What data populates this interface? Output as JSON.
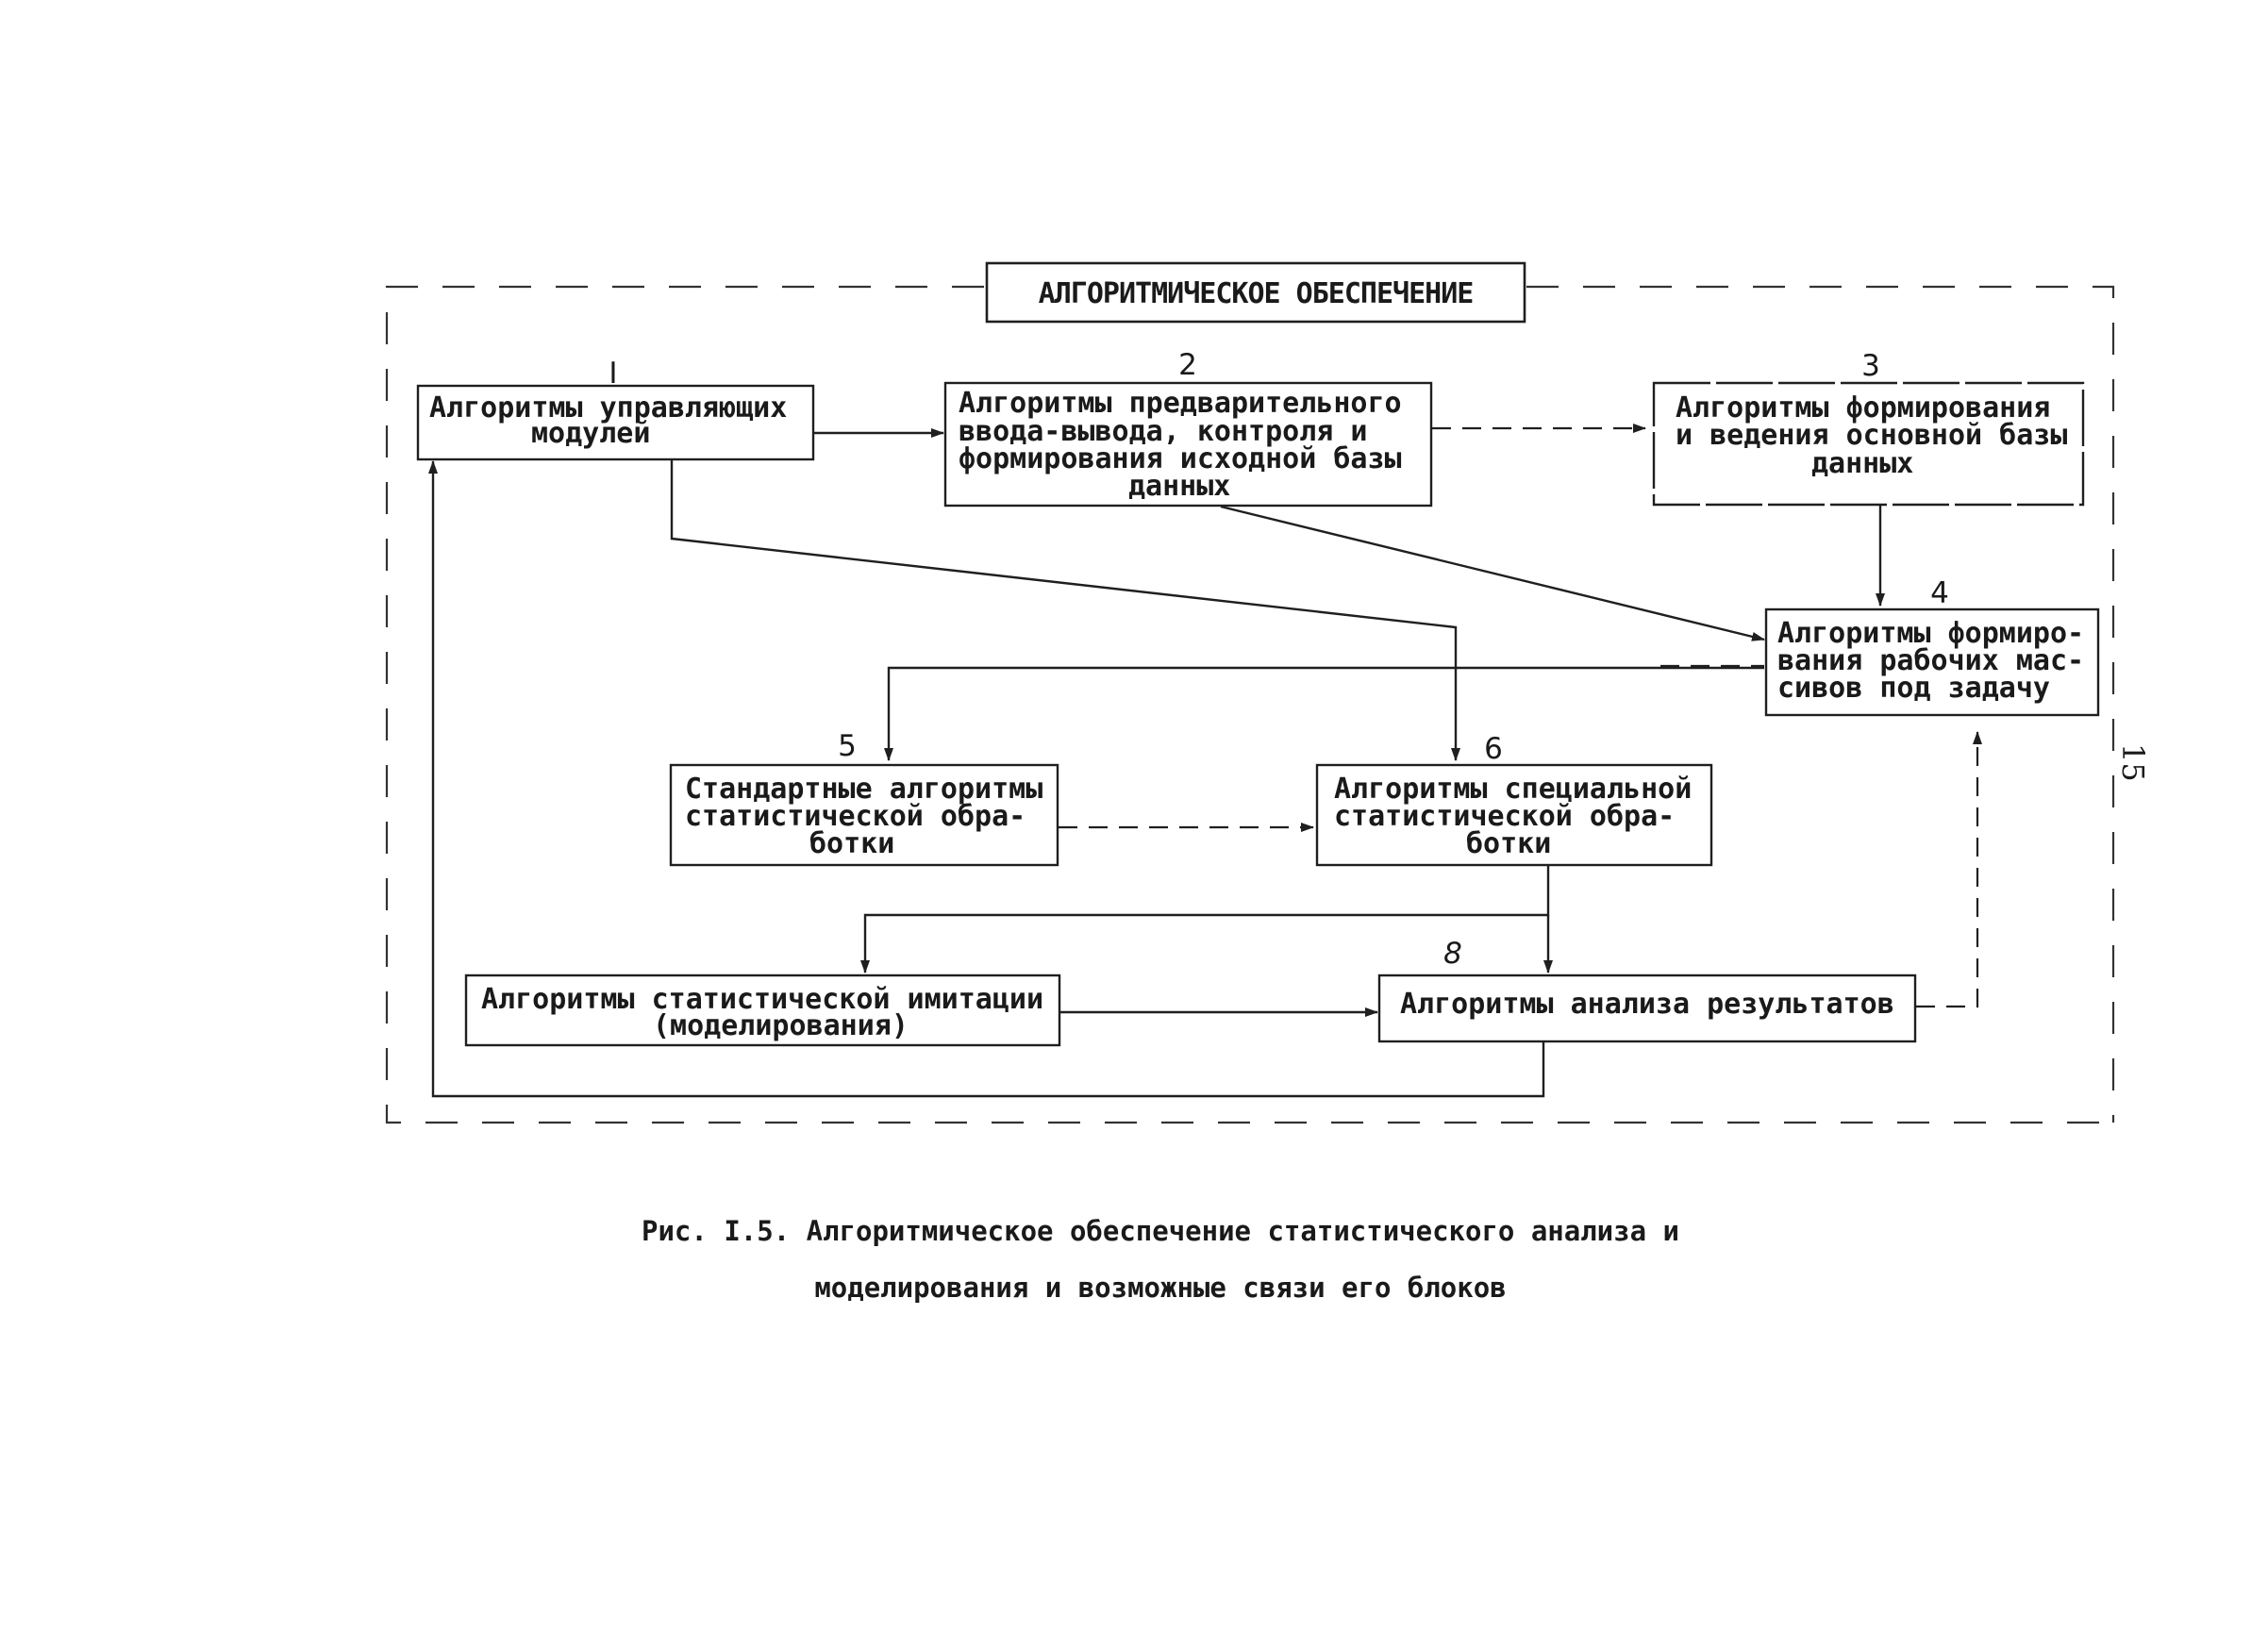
{
  "diagram": {
    "title": "АЛГОРИТМИЧЕСКОЕ ОБЕСПЕЧЕНИЕ",
    "page_number": "15",
    "blocks": [
      {
        "id": "b1",
        "number": "I",
        "lines": [
          "Алгоритмы управляющих",
          "модулей"
        ]
      },
      {
        "id": "b2",
        "number": "2",
        "lines": [
          "Алгоритмы предварительного",
          "ввода-вывода, контроля и",
          "формирования исходной базы",
          "данных"
        ]
      },
      {
        "id": "b3",
        "number": "3",
        "lines": [
          "Алгоритмы формирования",
          "и ведения основной базы",
          "данных"
        ]
      },
      {
        "id": "b4",
        "number": "4",
        "lines": [
          "Алгоритмы формиро-",
          "вания рабочих мас-",
          "сивов под задачу"
        ]
      },
      {
        "id": "b5",
        "number": "5",
        "lines": [
          "Стандартные алгоритмы",
          "статистической обра-",
          "ботки"
        ]
      },
      {
        "id": "b6",
        "number": "6",
        "lines": [
          "Алгоритмы специальной",
          "статистической обра-",
          "ботки"
        ]
      },
      {
        "id": "b7",
        "number": "",
        "lines": [
          "Алгоритмы статистической имитации",
          "(моделирования)"
        ]
      },
      {
        "id": "b8",
        "number": "8",
        "lines": [
          "Алгоритмы анализа результатов"
        ]
      }
    ],
    "connections": [
      {
        "from": "b1",
        "to": "b2",
        "style": "solid"
      },
      {
        "from": "b2",
        "to": "b3",
        "style": "dashed"
      },
      {
        "from": "b3",
        "to": "b4",
        "style": "solid"
      },
      {
        "from": "b2",
        "to": "b4",
        "style": "solid"
      },
      {
        "from": "b1",
        "to": "b6",
        "style": "solid"
      },
      {
        "from": "b4",
        "to": "b5",
        "style": "solid"
      },
      {
        "from": "b5",
        "to": "b6",
        "style": "dashed"
      },
      {
        "from": "b6",
        "to": "b7",
        "style": "solid"
      },
      {
        "from": "b6",
        "to": "b8",
        "style": "solid"
      },
      {
        "from": "b7",
        "to": "b8",
        "style": "solid"
      },
      {
        "from": "b8",
        "to": "b4",
        "style": "dashed"
      },
      {
        "from": "b8",
        "to": "b1",
        "style": "solid"
      }
    ]
  },
  "caption": {
    "line1": "Рис. I.5. Алгоритмическое обеспечение статистического анализа и",
    "line2": "моделирования и возможные связи его блоков"
  }
}
